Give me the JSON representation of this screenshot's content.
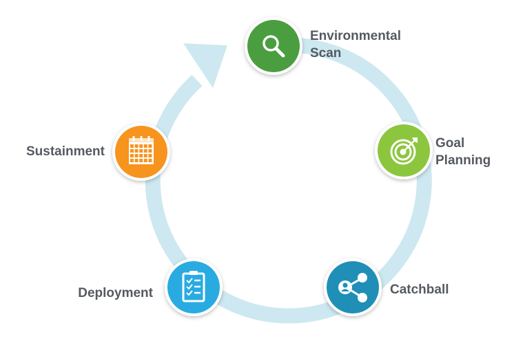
{
  "steps": [
    {
      "label_lines": [
        "Environmental",
        "Scan"
      ],
      "icon": "magnifier-icon",
      "color": "#4a9e3f"
    },
    {
      "label_lines": [
        "Goal",
        "Planning"
      ],
      "icon": "target-icon",
      "color": "#8cc63f"
    },
    {
      "label_lines": [
        "Catchball"
      ],
      "icon": "share-network-icon",
      "color": "#1f8fb8"
    },
    {
      "label_lines": [
        "Deployment"
      ],
      "icon": "checklist-icon",
      "color": "#29abe2"
    },
    {
      "label_lines": [
        "Sustainment"
      ],
      "icon": "calendar-icon",
      "color": "#f7941d"
    }
  ],
  "ring_color": "#cde8f0",
  "label_color": "#555a60"
}
